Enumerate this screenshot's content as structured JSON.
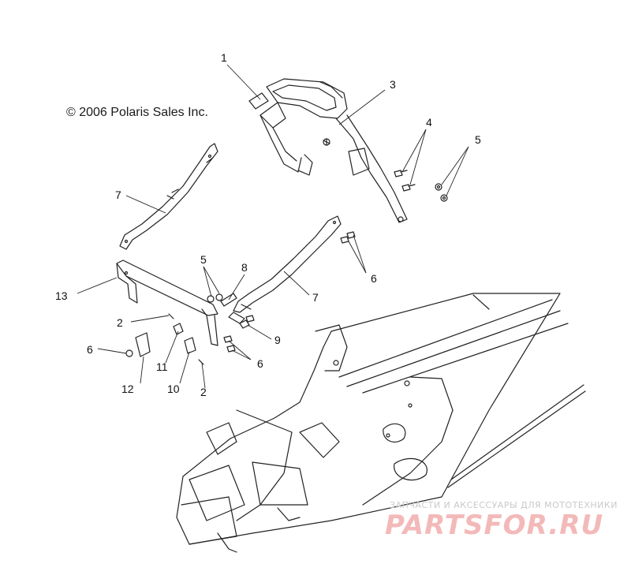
{
  "copyright": "© 2006 Polaris Sales Inc.",
  "callouts": [
    {
      "id": "c1",
      "label": "1"
    },
    {
      "id": "c3",
      "label": "3"
    },
    {
      "id": "c4",
      "label": "4"
    },
    {
      "id": "c5a",
      "label": "5"
    },
    {
      "id": "c7a",
      "label": "7"
    },
    {
      "id": "c6a",
      "label": "6"
    },
    {
      "id": "c5b",
      "label": "5"
    },
    {
      "id": "c8",
      "label": "8"
    },
    {
      "id": "c13",
      "label": "13"
    },
    {
      "id": "c7b",
      "label": "7"
    },
    {
      "id": "c2a",
      "label": "2"
    },
    {
      "id": "c9",
      "label": "9"
    },
    {
      "id": "c6b",
      "label": "6"
    },
    {
      "id": "c6c",
      "label": "6"
    },
    {
      "id": "c11",
      "label": "11"
    },
    {
      "id": "c12",
      "label": "12"
    },
    {
      "id": "c10",
      "label": "10"
    },
    {
      "id": "c2b",
      "label": "2"
    }
  ],
  "watermark": {
    "tagline": "ЗАПЧАСТИ И АКСЕССУАРЫ ДЛЯ МОТОТЕХНИКИ",
    "brand": "PARTSFOR.RU"
  }
}
